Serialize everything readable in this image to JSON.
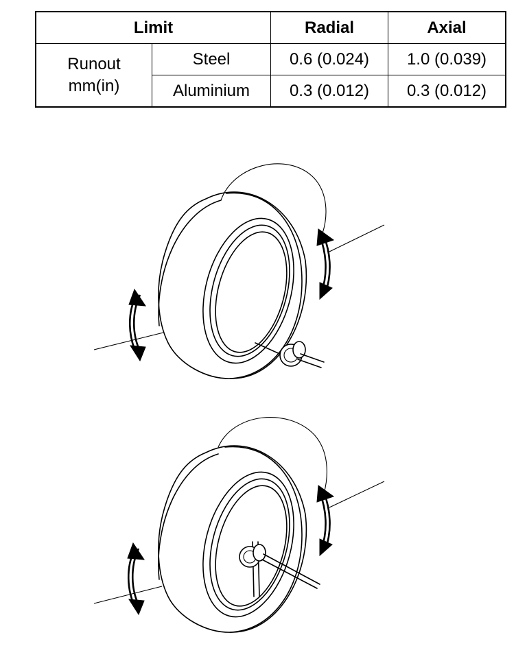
{
  "table": {
    "header": {
      "limit": "Limit",
      "radial": "Radial",
      "axial": "Axial"
    },
    "row_label_line1": "Runout",
    "row_label_line2": "mm(in)",
    "rows": [
      {
        "material": "Steel",
        "radial": "0.6 (0.024)",
        "axial": "1.0 (0.039)"
      },
      {
        "material": "Aluminium",
        "radial": "0.3 (0.012)",
        "axial": "0.3 (0.012)"
      }
    ]
  },
  "icons": {
    "top_figure": "wheel-radial-runout-dial-gauge-illustration",
    "bottom_figure": "wheel-axial-runout-dial-gauge-illustration",
    "rotation_arrows": "double-headed-curved-arrow-icon"
  }
}
